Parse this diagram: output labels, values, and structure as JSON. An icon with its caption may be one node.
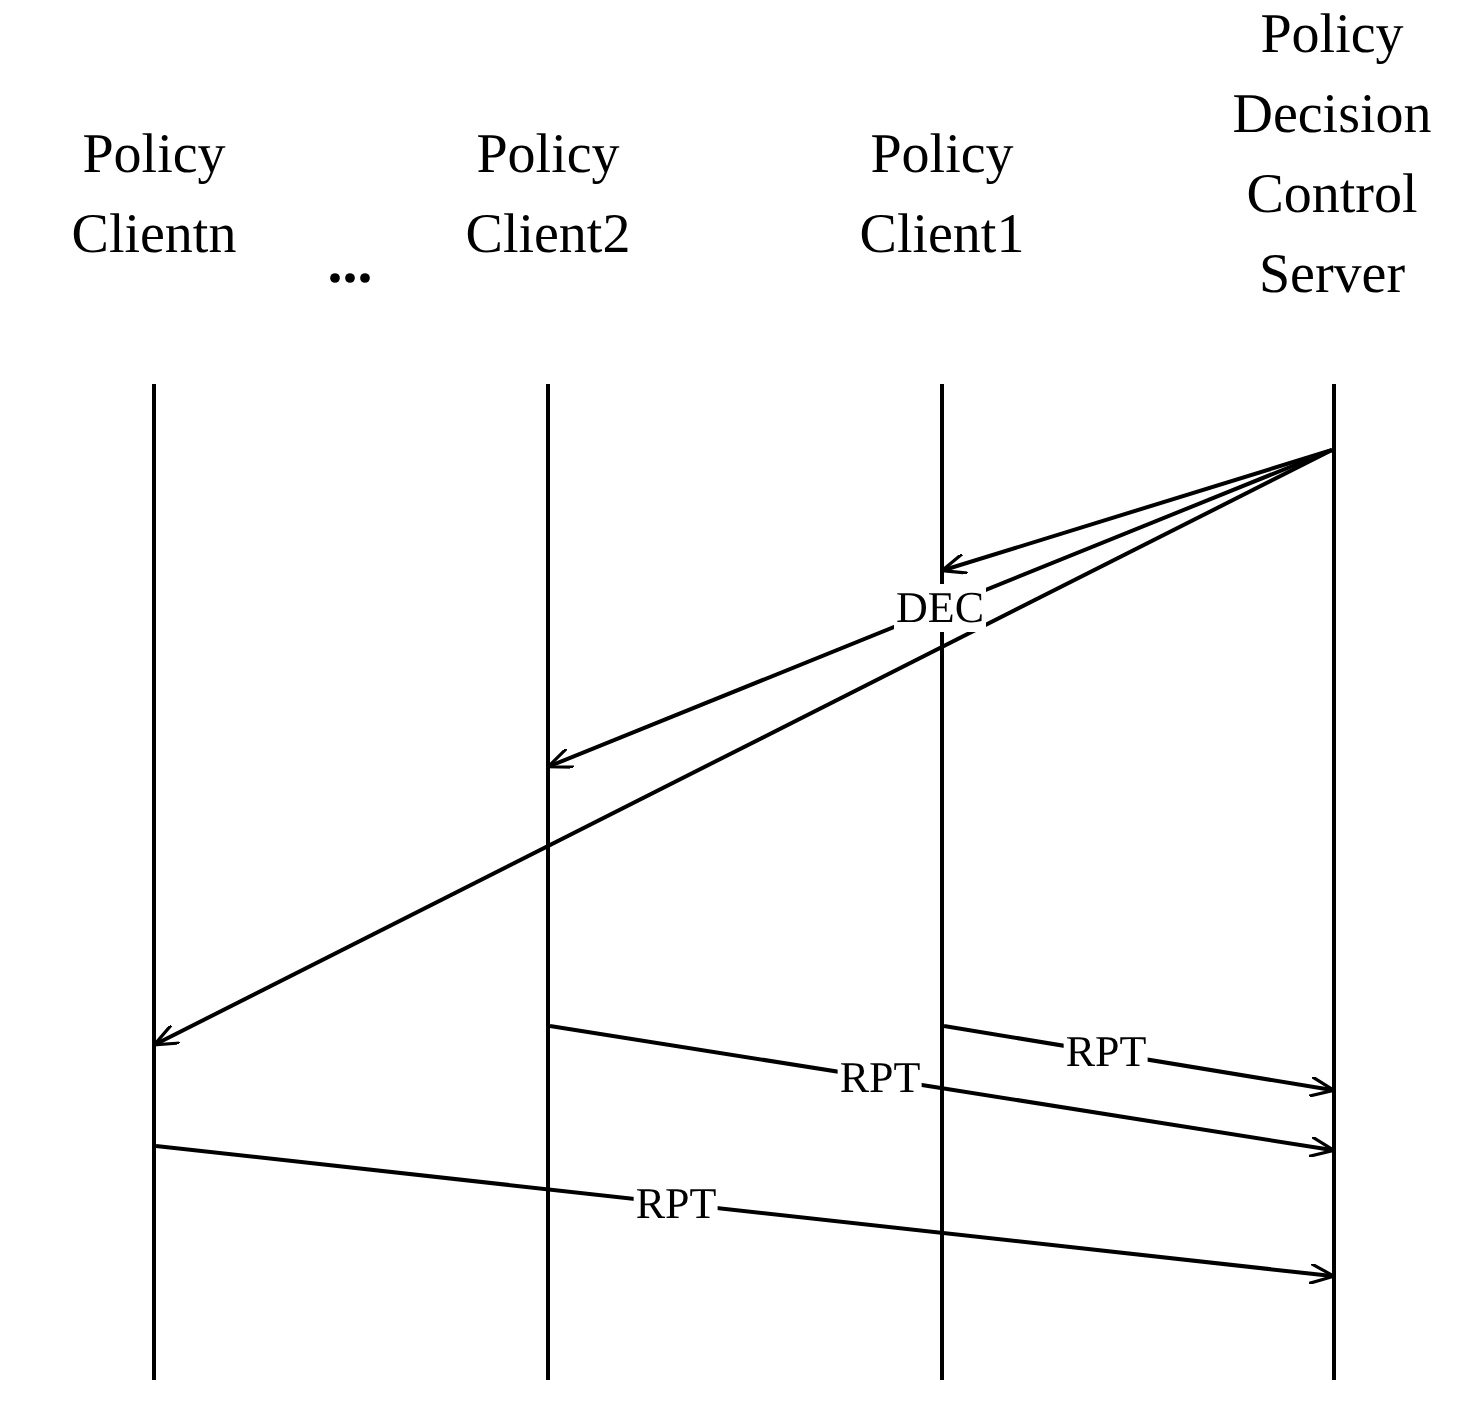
{
  "diagram": {
    "nodes": [
      {
        "text": [],
        "shape": "bar",
        "beside": [
          "Policy Clientn"
        ]
      },
      {
        "text": [],
        "shape": "bar",
        "beside": [
          "Policy Client2"
        ]
      },
      {
        "text": [],
        "shape": "bar",
        "beside": [
          "Policy Client1"
        ]
      },
      {
        "text": [],
        "shape": "bar",
        "beside": [
          "Policy Decision Control Server"
        ]
      }
    ],
    "edges": [
      {
        "from": 3,
        "to": 2,
        "arrow": "to"
      },
      {
        "from": 3,
        "to": 1,
        "arrow": "to",
        "label": "DEC"
      },
      {
        "from": 3,
        "to": 0,
        "arrow": "to"
      },
      {
        "from": 2,
        "to": 3,
        "arrow": "to",
        "label": "RPT"
      },
      {
        "from": 1,
        "to": 3,
        "arrow": "to",
        "label": "RPT"
      },
      {
        "from": 0,
        "to": 3,
        "arrow": "to",
        "label": "RPT"
      }
    ],
    "labels": [
      "..."
    ]
  }
}
